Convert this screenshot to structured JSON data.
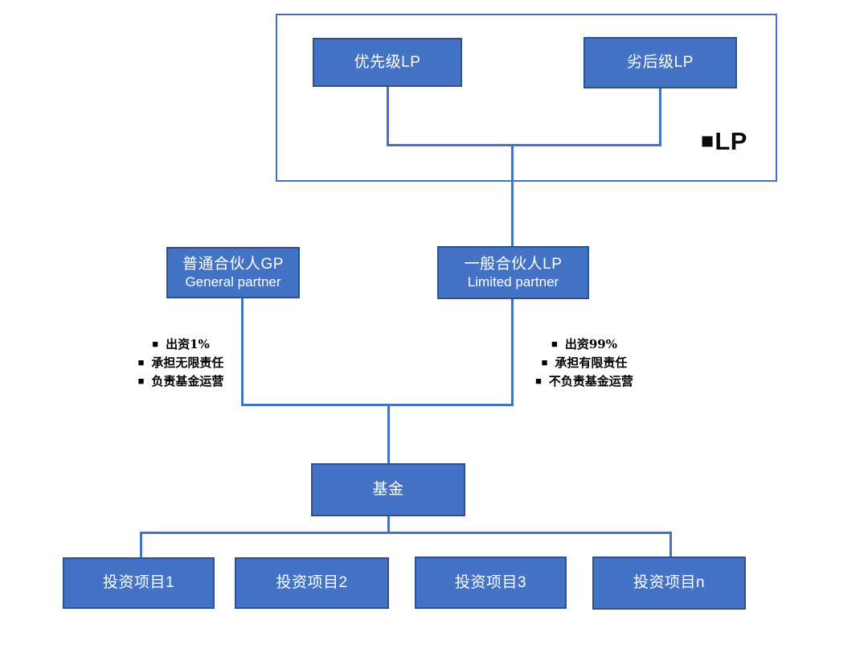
{
  "colors": {
    "box_fill": "#4472C4",
    "box_border": "#2F528F",
    "connector": "#4472C4",
    "note_text": "#000000",
    "legend_text": "#0a0a0a"
  },
  "legend": {
    "marker": "■",
    "label": "LP"
  },
  "nodes": {
    "senior_lp": {
      "label": "优先级LP"
    },
    "junior_lp": {
      "label": "劣后级LP"
    },
    "gp": {
      "title": "普通合伙人GP",
      "subtitle": "General partner"
    },
    "lp": {
      "title": "一般合伙人LP",
      "subtitle": "Limited partner"
    },
    "fund": {
      "label": "基金"
    },
    "projects": [
      {
        "label": "投资项目1"
      },
      {
        "label": "投资项目2"
      },
      {
        "label": "投资项目3"
      },
      {
        "label": "投资项目n"
      }
    ]
  },
  "notes": {
    "bullet": "■",
    "gp": [
      "出资1%",
      "承担无限责任",
      "负责基金运营"
    ],
    "lp": [
      "出资99%",
      "承担有限责任",
      "不负责基金运营"
    ]
  }
}
